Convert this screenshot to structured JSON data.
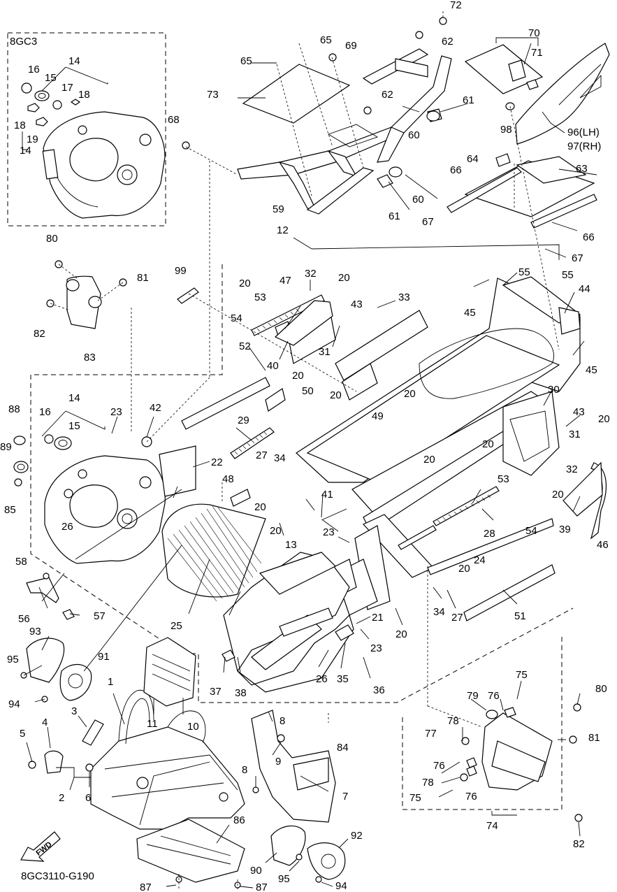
{
  "diagram": {
    "inset_label": "8GC3",
    "catalog_code": "8GC3110-G190",
    "direction_arrow": "FWD",
    "callouts": {
      "c72": "72",
      "c70": "70",
      "c71": "71",
      "c65a": "65",
      "c69": "69",
      "c62a": "62",
      "c65b": "65",
      "c73": "73",
      "c61a": "61",
      "c62b": "62",
      "c60a": "60",
      "c98": "98",
      "c96": "96(LH)",
      "c97": "97(RH)",
      "c68": "68",
      "c64": "64",
      "c63": "63",
      "c66a": "66",
      "c59": "59",
      "c60b": "60",
      "c61b": "61",
      "c67a": "67",
      "c66b": "66",
      "c12": "12",
      "c67b": "67",
      "c14a": "14",
      "c16a": "16",
      "c15a": "15",
      "c17": "17",
      "c18a": "18",
      "c18b": "18",
      "c19": "19",
      "c14b": "14",
      "c80a": "80",
      "c81a": "81",
      "c82": "82",
      "c83": "83",
      "c99": "99",
      "c32a": "32",
      "c20a": "20",
      "c47": "47",
      "c20b": "20",
      "c53a": "53",
      "c54a": "54",
      "c43a": "43",
      "c33": "33",
      "c55a": "55",
      "c55b": "55",
      "c44": "44",
      "c45a": "45",
      "c31a": "31",
      "c40": "40",
      "c45b": "45",
      "c52": "52",
      "c20c": "20",
      "c50": "50",
      "c20d": "20",
      "c20e": "20",
      "c30": "30",
      "c49": "49",
      "c29": "29",
      "c43b": "43",
      "c20f": "20",
      "c31b": "31",
      "c14c": "14",
      "c16b": "16",
      "c15b": "15",
      "c23a": "23",
      "c42": "42",
      "c88": "88",
      "c89": "89",
      "c85": "85",
      "c26a": "26",
      "c22": "22",
      "c27a": "27",
      "c34a": "34",
      "c20g": "20",
      "c20h": "20",
      "c32b": "32",
      "c20i": "20",
      "c53b": "53",
      "c39": "39",
      "c46": "46",
      "c54b": "54",
      "c48": "48",
      "c20j": "20",
      "c41": "41",
      "c20k": "20",
      "c23b": "23",
      "c13": "13",
      "c28": "28",
      "c24": "24",
      "c20l": "20",
      "c58": "58",
      "c56": "56",
      "c57": "57",
      "c25": "25",
      "c21": "21",
      "c23c": "23",
      "c34b": "34",
      "c27b": "27",
      "c51": "51",
      "c20m": "20",
      "c93": "93",
      "c91": "91",
      "c95a": "95",
      "c94a": "94",
      "c37": "37",
      "c38": "38",
      "c26b": "26",
      "c35": "35",
      "c36": "36",
      "c1": "1",
      "c11": "11",
      "c10": "10",
      "c3": "3",
      "c4": "4",
      "c5": "5",
      "c2": "2",
      "c6": "6",
      "c84": "84",
      "c8a": "8",
      "c9": "9",
      "c8b": "8",
      "c7": "7",
      "c75a": "75",
      "c79": "79",
      "c76a": "76",
      "c80b": "80",
      "c78a": "78",
      "c77": "77",
      "c81b": "81",
      "c76b": "76",
      "c78b": "78",
      "c75b": "75",
      "c76c": "76",
      "c74": "74",
      "c82b": "82",
      "c86": "86",
      "c92": "92",
      "c90": "90",
      "c95b": "95",
      "c94b": "94",
      "c87a": "87",
      "c87b": "87"
    }
  }
}
